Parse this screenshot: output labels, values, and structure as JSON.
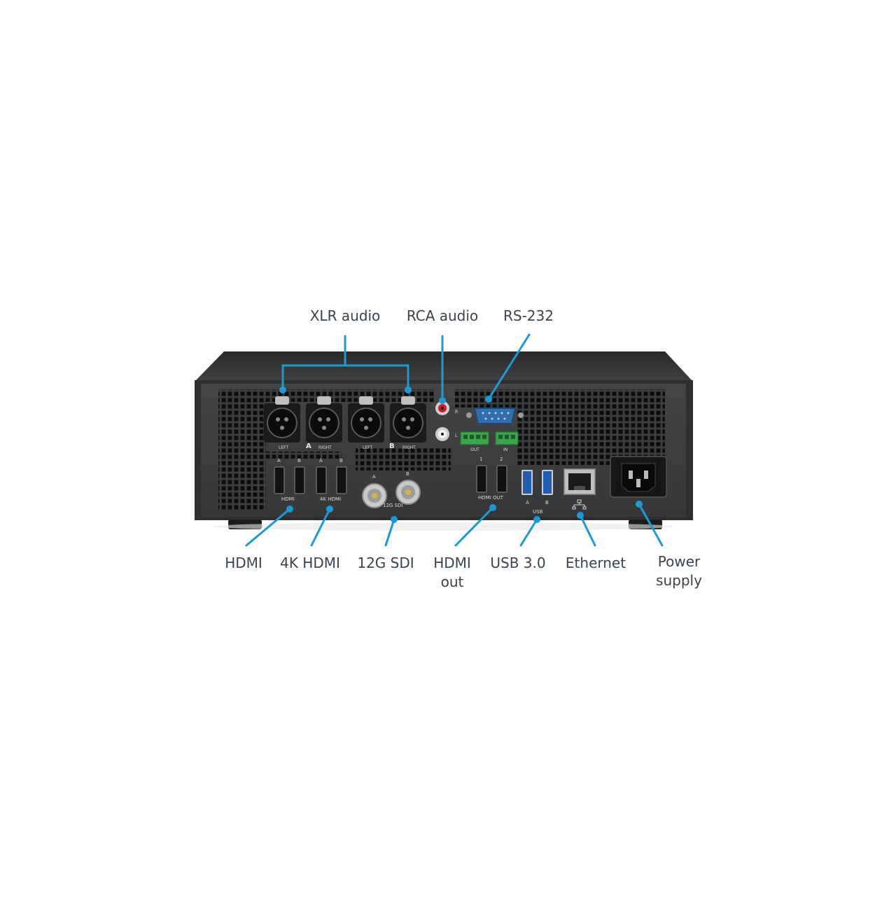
{
  "callouts": {
    "xlr_audio": "XLR audio",
    "rca_audio": "RCA audio",
    "rs232": "RS-232",
    "hdmi": "HDMI",
    "hdmi_4k": "4K HDMI",
    "sdi_12g": "12G SDI",
    "hdmi_out": "HDMI\nout",
    "usb30": "USB 3.0",
    "ethernet": "Ethernet",
    "power_supply": "Power\nsupply"
  },
  "panel_labels": {
    "xlr_left_a": "LEFT",
    "xlr_group_a": "A",
    "xlr_right_a": "RIGHT",
    "xlr_left_b": "LEFT",
    "xlr_group_b": "B",
    "xlr_right_b": "RIGHT",
    "rca_r": "R",
    "rca_l": "L",
    "term_out": "OUT",
    "term_in": "IN",
    "hdmi_a": "A",
    "hdmi_b": "B",
    "hdmi4k_a": "A",
    "hdmi4k_b": "B",
    "hdmi_group": "HDMI",
    "hdmi4k_group": "4K HDMI",
    "sdi_a": "A",
    "sdi_b": "B",
    "sdi_group": "12G SDI",
    "hdmiout_1": "1",
    "hdmiout_2": "2",
    "hdmiout_group": "HDMI OUT",
    "usb_a": "A",
    "usb_b": "B",
    "usb_group": "USB"
  },
  "colors": {
    "accent": "#1a9ad6",
    "label_text": "#3a4350",
    "chassis": "#2b2c2d",
    "panel": "#3a3b3c"
  }
}
